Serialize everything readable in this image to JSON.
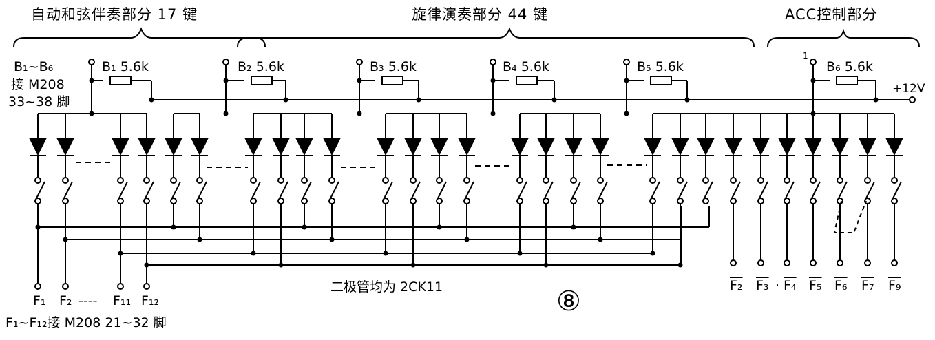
{
  "section_labels": {
    "chord": "自动和弦伴奏部分 17 键",
    "melody": "旋律演奏部分 44 键",
    "acc": "ACC控制部分"
  },
  "notes": {
    "b_range": "B₁~B₆",
    "b_connect_1": "接 M208",
    "b_connect_2": "33~38 脚",
    "diode_note": "二极管均为 2CK11",
    "f_connect": "F₁~F₁₂接 M208 21~32 脚",
    "power": "+12V",
    "acc_pin": "1"
  },
  "resistors": [
    {
      "label": "B₁ 5.6k"
    },
    {
      "label": "B₂ 5.6k"
    },
    {
      "label": "B₃ 5.6k"
    },
    {
      "label": "B₄ 5.6k"
    },
    {
      "label": "B₅ 5.6k"
    },
    {
      "label": "B₆ 5.6k"
    }
  ],
  "outputs_left": [
    {
      "label": "F₁"
    },
    {
      "label": "F₂"
    },
    {
      "label": "----"
    },
    {
      "label": "F₁₁"
    },
    {
      "label": "F₁₂"
    }
  ],
  "outputs_right": [
    {
      "label": "F₂"
    },
    {
      "label": "F₃"
    },
    {
      "label": "·"
    },
    {
      "label": "F₄"
    },
    {
      "label": "F₅"
    },
    {
      "label": "F₆"
    },
    {
      "label": "F₇"
    },
    {
      "label": "F₉"
    }
  ],
  "figure_number": "⑧"
}
